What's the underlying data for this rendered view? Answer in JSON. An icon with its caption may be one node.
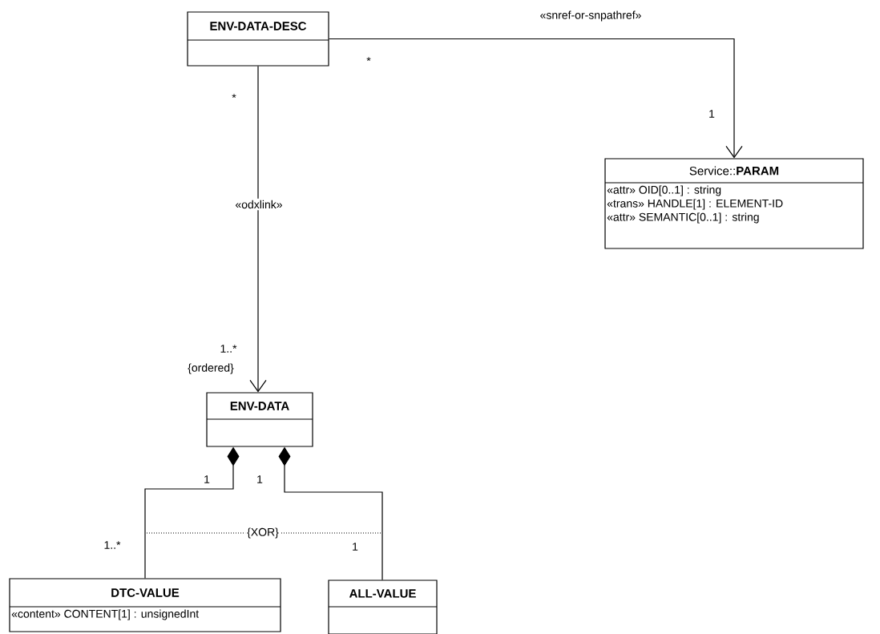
{
  "diagram": {
    "nodes": [
      {
        "text": [
          "ENV-DATA-DESC"
        ]
      },
      {
        "text": [
          "Service::**PARAM**",
          "«attr» OID[0..1] : string",
          "«trans» HANDLE[1] : ELEMENT-ID",
          "«attr» SEMANTIC[0..1] : string"
        ]
      },
      {
        "text": [
          "ENV-DATA"
        ]
      },
      {
        "text": [
          "DTC-VALUE",
          "«content» CONTENT[1] : unsignedInt"
        ]
      },
      {
        "text": [
          "ALL-VALUE"
        ]
      }
    ],
    "edges": [
      {
        "from": 0,
        "to": 1,
        "arrow": "to",
        "label": "«snref-or-snpathref»"
      },
      {
        "from": 0,
        "to": 2,
        "arrow": "to",
        "label": "«odxlink»"
      },
      {
        "from": 2,
        "to": 3,
        "arrow": "other"
      },
      {
        "from": 2,
        "to": 4,
        "arrow": "other"
      }
    ],
    "labels": [
      "*",
      "1",
      "*",
      "1..*",
      "{ordered}",
      "1",
      "1",
      "{XOR}",
      "1..*",
      "1"
    ]
  }
}
